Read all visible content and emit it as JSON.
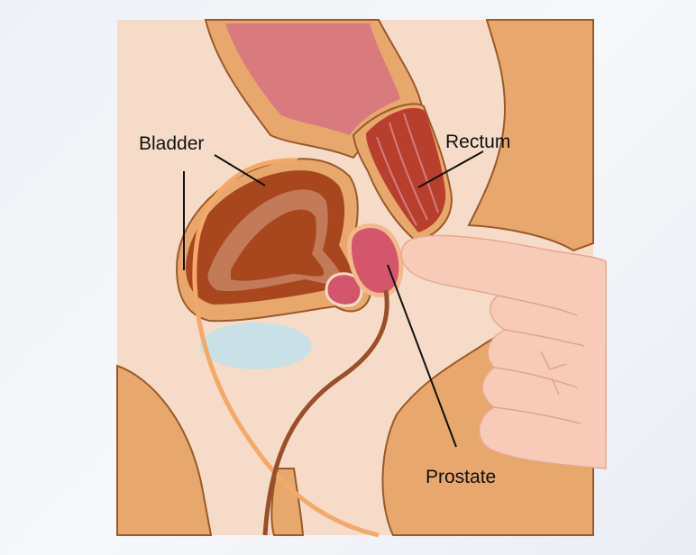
{
  "labels": {
    "bladder": "Bladder",
    "rectum": "Rectum",
    "prostate": "Prostate"
  },
  "colors": {
    "background": "#f0f3f8",
    "skin": "#f6dcc8",
    "tissue": "#e8a76c",
    "outline": "#9a5a2a",
    "bladder_wall": "#a8461e",
    "rectum_upper": "#d97a7e",
    "rectum_lower": "#b83f2e",
    "prostate": "#d4566c",
    "urethra": "#f3a96a",
    "vas": "#9a4f2c",
    "bone": "#c9e1e6",
    "hand": "#f7cbb8"
  }
}
